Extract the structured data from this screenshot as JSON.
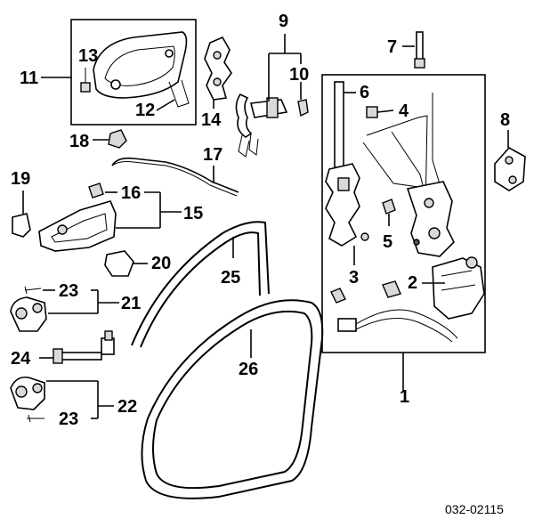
{
  "labels": {
    "n1": "1",
    "n2": "2",
    "n3": "3",
    "n4": "4",
    "n5": "5",
    "n6": "6",
    "n7": "7",
    "n8": "8",
    "n9": "9",
    "n10": "10",
    "n11": "11",
    "n12": "12",
    "n13": "13",
    "n14": "14",
    "n15": "15",
    "n16": "16",
    "n17": "17",
    "n18": "18",
    "n19": "19",
    "n20": "20",
    "n21": "21",
    "n22": "22",
    "n23a": "23",
    "n23b": "23",
    "n24": "24",
    "n25": "25",
    "n26": "26"
  },
  "diagram_code": "032-02115"
}
